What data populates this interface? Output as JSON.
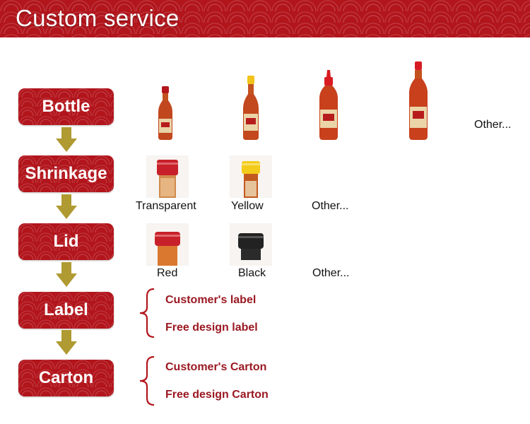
{
  "header": {
    "title": "Custom service"
  },
  "steps": {
    "bottle": "Bottle",
    "shrinkage": "Shrinkage",
    "lid": "Lid",
    "label": "Label",
    "carton": "Carton"
  },
  "bottle_row": {
    "other": "Other..."
  },
  "shrinkage_row": {
    "items": [
      "Transparent",
      "Yellow"
    ],
    "other": "Other..."
  },
  "lid_row": {
    "items": [
      "Red",
      "Black"
    ],
    "other": "Other..."
  },
  "label_row": {
    "options": [
      "Customer's label",
      "Free design label"
    ]
  },
  "carton_row": {
    "options": [
      "Customer's Carton",
      "Free design Carton"
    ]
  },
  "colors": {
    "brand_red": "#b2151c",
    "arrow_gold": "#b09a32",
    "option_text": "#9a1822"
  }
}
